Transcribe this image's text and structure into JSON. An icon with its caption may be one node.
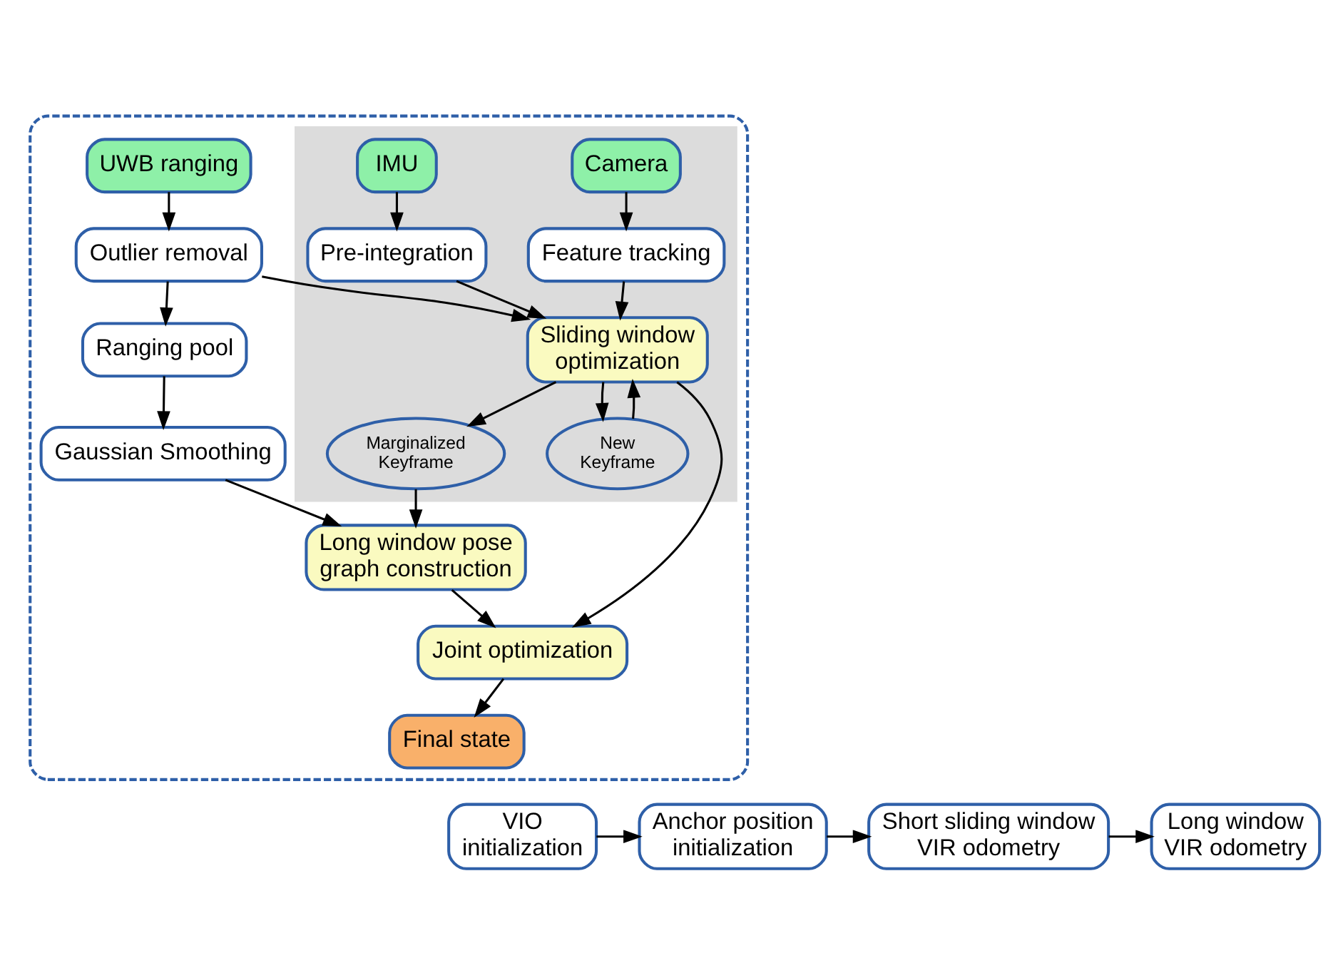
{
  "diagram": {
    "nodes": [
      {
        "text": [],
        "shape": "box"
      },
      {
        "text": [],
        "shape": "box",
        "in": 0
      },
      {
        "text": [
          "UWB ranging"
        ],
        "in": 0
      },
      {
        "text": [
          "Camera"
        ],
        "in": 1
      },
      {
        "text": [
          "IMU"
        ],
        "in": 1
      },
      {
        "text": [
          "Outlier removal"
        ],
        "in": 0
      },
      {
        "text": [
          "Feature tracking"
        ],
        "in": 1
      },
      {
        "text": [
          "Pre-integration"
        ],
        "in": 1
      },
      {
        "text": [
          "Ranging pool"
        ],
        "in": 0
      },
      {
        "text": [
          "Sliding window optimization"
        ],
        "in": 1
      },
      {
        "text": [
          "Gaussian Smoothing"
        ],
        "in": 0
      },
      {
        "text": [
          "Marginalized Keyframe"
        ],
        "in": 1
      },
      {
        "text": [
          "New Keyframe"
        ],
        "in": 1
      },
      {
        "text": [
          "Long window pose graph construction"
        ],
        "in": 0
      },
      {
        "text": [
          "Final state"
        ],
        "in": 0
      },
      {
        "text": [
          "Joint optimization"
        ],
        "in": 0
      },
      {
        "text": [
          "VIO initialization"
        ]
      },
      {
        "text": [
          "Anchor position initialization"
        ]
      },
      {
        "text": [
          "Short sliding window VIR odometry"
        ]
      },
      {
        "text": [
          "Long window VIR odometry"
        ]
      }
    ],
    "edges": [
      {
        "from": 2,
        "to": 5,
        "arrow": "to"
      },
      {
        "from": 3,
        "to": 6,
        "arrow": "to"
      },
      {
        "from": 4,
        "to": 7,
        "arrow": "to"
      },
      {
        "from": 5,
        "to": 8,
        "arrow": "to"
      },
      {
        "from": 5,
        "to": 9,
        "arrow": "to"
      },
      {
        "from": 6,
        "to": 9,
        "arrow": "to"
      },
      {
        "from": 7,
        "to": 9,
        "arrow": "to"
      },
      {
        "from": 8,
        "to": 10,
        "arrow": "to"
      },
      {
        "from": 10,
        "to": 13,
        "arrow": "to"
      },
      {
        "from": 9,
        "to": 11,
        "arrow": "to"
      },
      {
        "from": 9,
        "to": 12,
        "arrow": "to"
      },
      {
        "from": 12,
        "to": 9,
        "arrow": "to"
      },
      {
        "from": 11,
        "to": 13,
        "arrow": "to"
      },
      {
        "from": 9,
        "to": 15,
        "arrow": "to"
      },
      {
        "from": 13,
        "to": 15,
        "arrow": "to"
      },
      {
        "from": 15,
        "to": 14,
        "arrow": "to"
      },
      {
        "from": 16,
        "to": 17,
        "arrow": "to"
      },
      {
        "from": 17,
        "to": 18,
        "arrow": "to"
      },
      {
        "from": 18,
        "to": 19,
        "arrow": "to"
      }
    ]
  }
}
